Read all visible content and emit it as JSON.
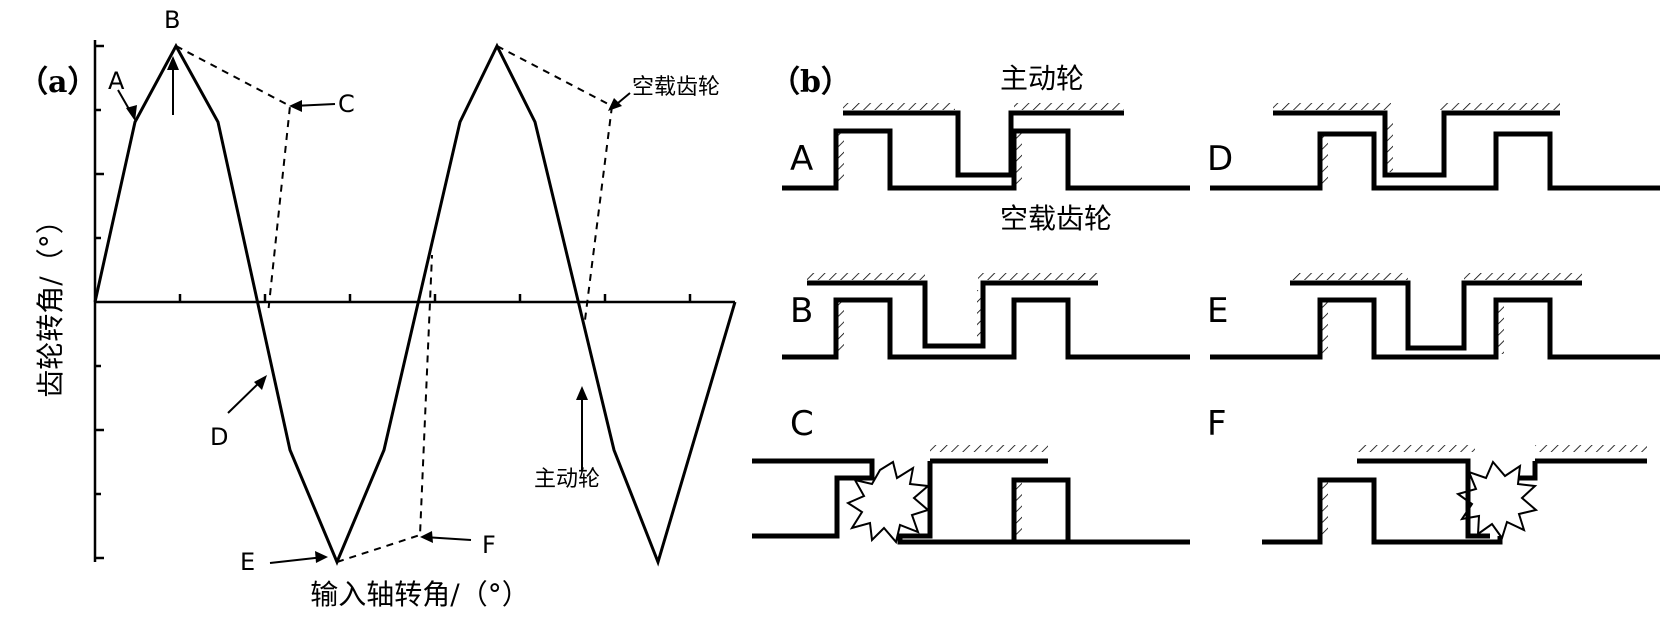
{
  "panel_a": {
    "tag": "（a）",
    "ylabel": "齿轮转角/（°）",
    "xlabel": "输入轴转角/（°）",
    "points": {
      "A": "A",
      "B": "B",
      "C": "C",
      "D": "D",
      "E": "E",
      "F": "F"
    },
    "label_idler": "空载齿轮",
    "label_driver": "主动轮"
  },
  "panel_b": {
    "tag": "（b）",
    "label_driver": "主动轮",
    "label_idler": "空载齿轮",
    "rows": [
      "A",
      "B",
      "C",
      "D",
      "E",
      "F"
    ]
  }
}
